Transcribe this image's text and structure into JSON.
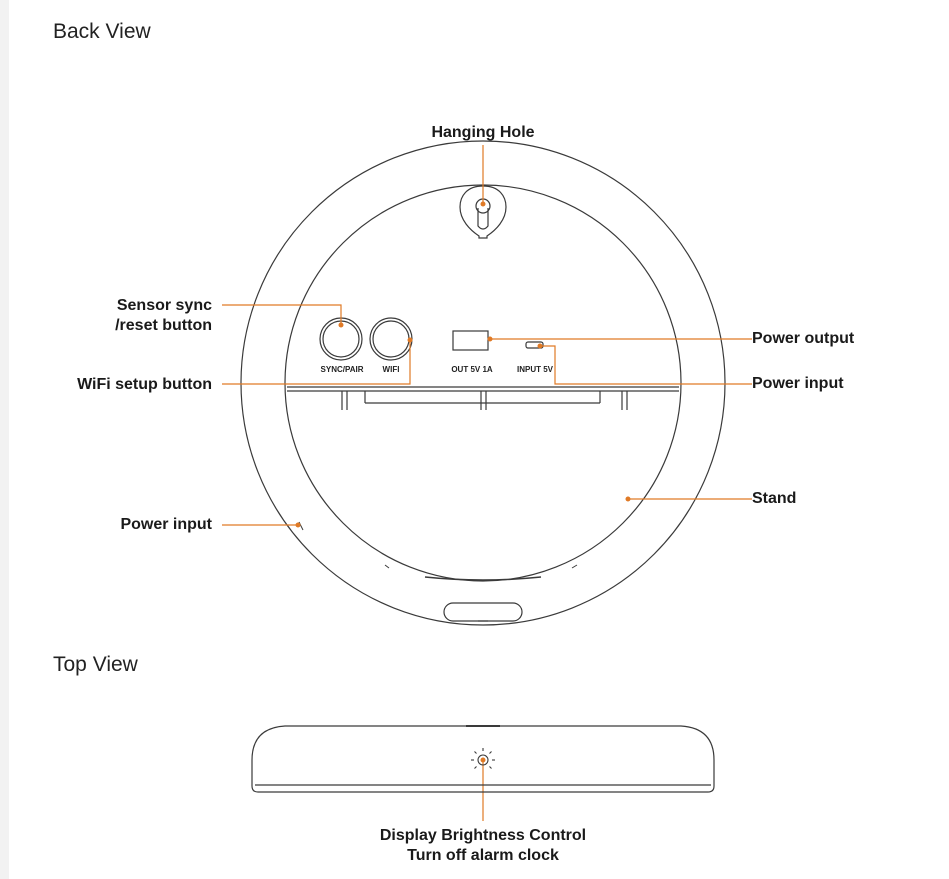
{
  "sections": {
    "back_view_title": "Back View",
    "top_view_title": "Top View"
  },
  "back_view": {
    "labels": {
      "hanging_hole": "Hanging Hole",
      "sensor_sync_line1": "Sensor sync",
      "sensor_sync_line2": "/reset button",
      "wifi_setup": "WiFi setup button",
      "power_output": "Power output",
      "power_input_right": "Power input",
      "stand": "Stand",
      "power_input_left": "Power input"
    },
    "port_labels": {
      "sync_pair": "SYNC/PAIR",
      "wifi": "WIFI",
      "out": "OUT 5V 1A",
      "input": "INPUT 5V"
    }
  },
  "top_view": {
    "labels": {
      "brightness_line1": "Display Brightness Control",
      "brightness_line2": "Turn off alarm clock"
    },
    "icon": "sun-icon"
  },
  "colors": {
    "accent": "#e07a26",
    "line": "#3a3a3a",
    "text": "#1a1a1a"
  }
}
